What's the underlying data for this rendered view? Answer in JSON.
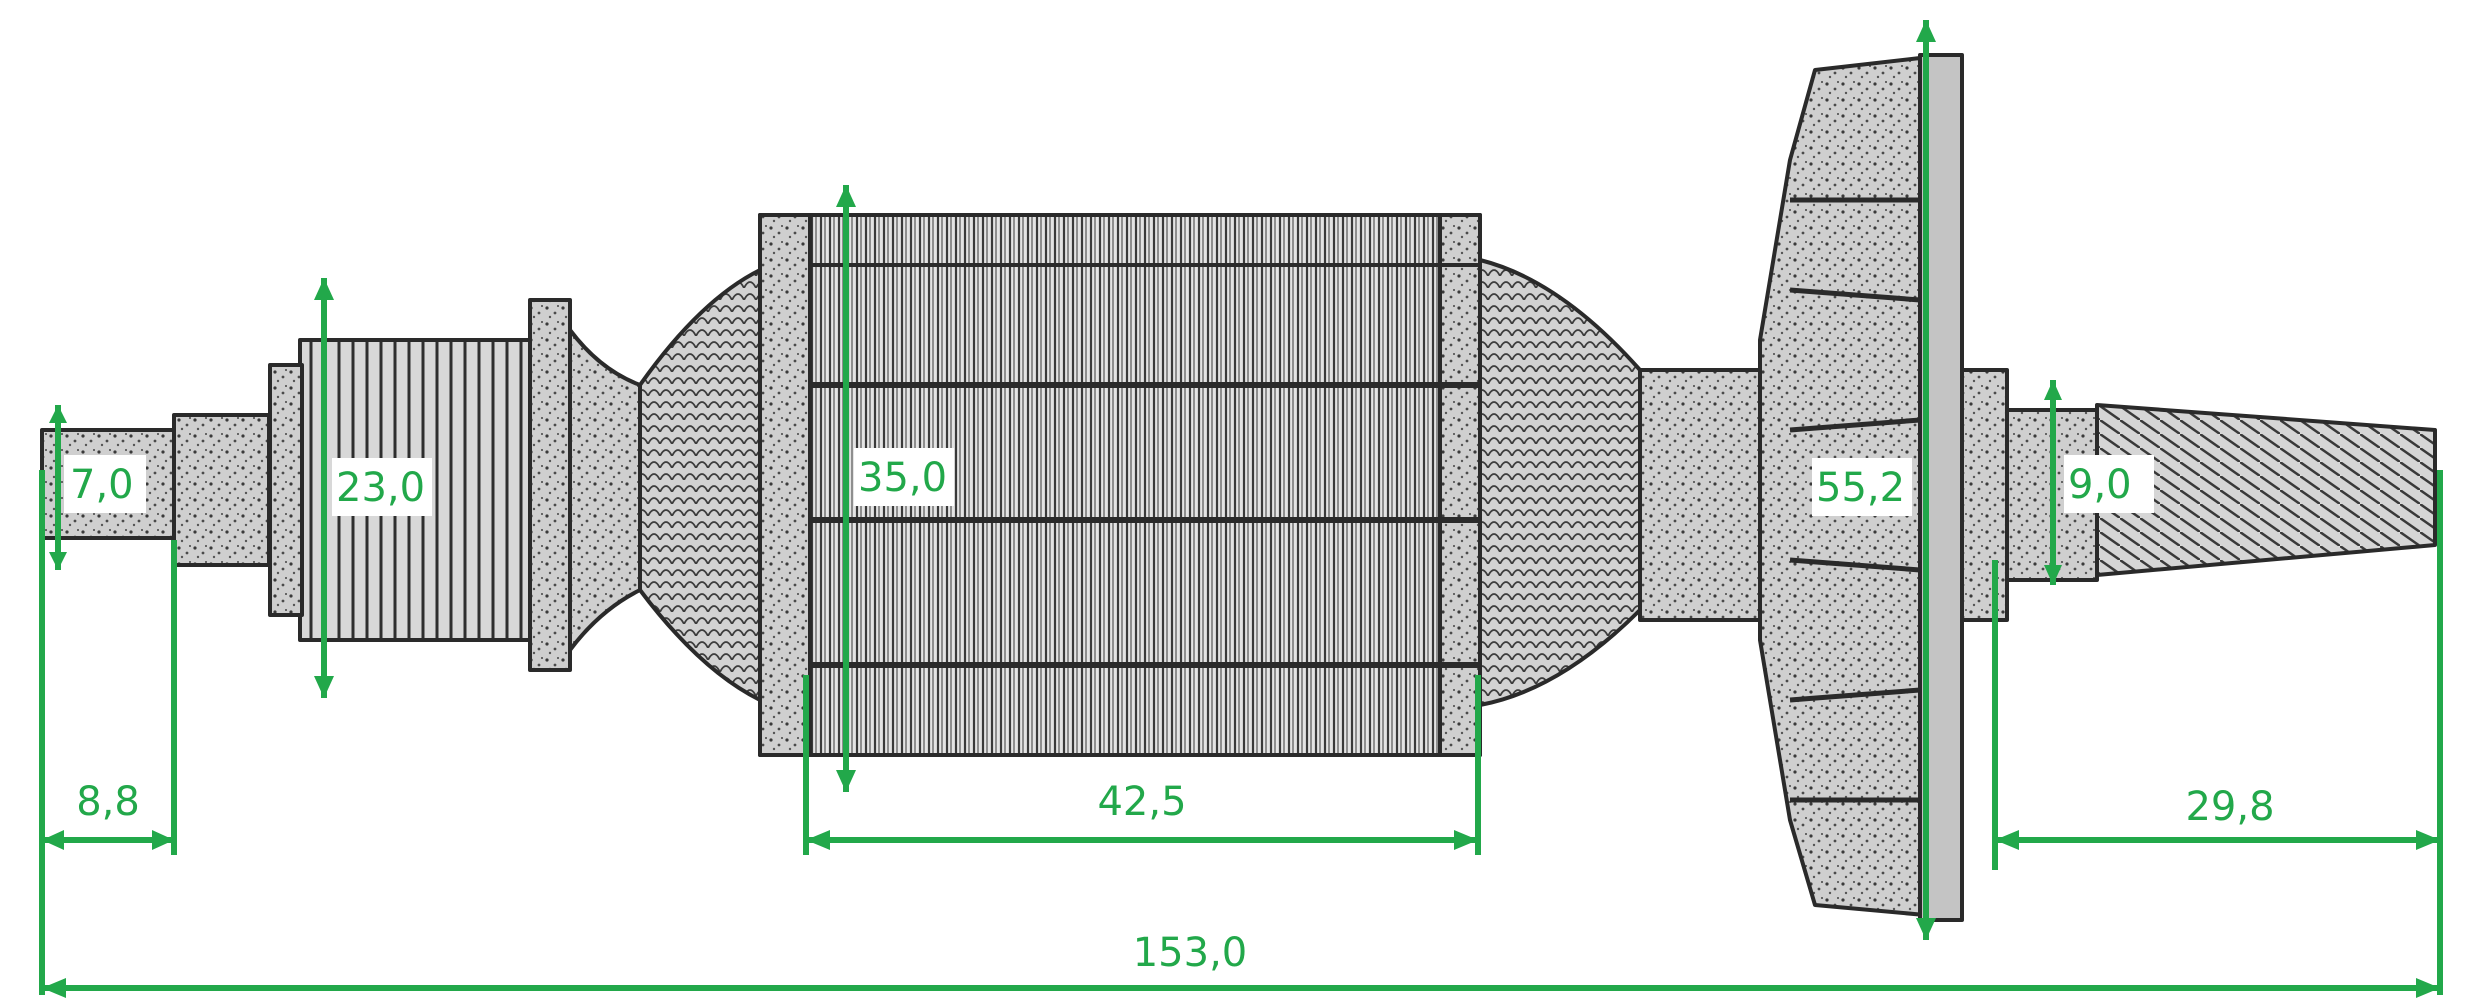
{
  "colors": {
    "dimension": "#22a84a",
    "part_ink": "#2a2a2a",
    "part_fill": "#dcdcdc",
    "part_dark": "#8a8a8a",
    "background": "#ffffff"
  },
  "dimensions": {
    "shaft_left_diameter": "7,0",
    "commutator_diameter": "23,0",
    "core_diameter": "35,0",
    "fan_diameter": "55,2",
    "shaft_right_diameter": "9,0",
    "shaft_left_length": "8,8",
    "core_length": "42,5",
    "shaft_right_length": "29,8",
    "overall_length": "153,0"
  }
}
